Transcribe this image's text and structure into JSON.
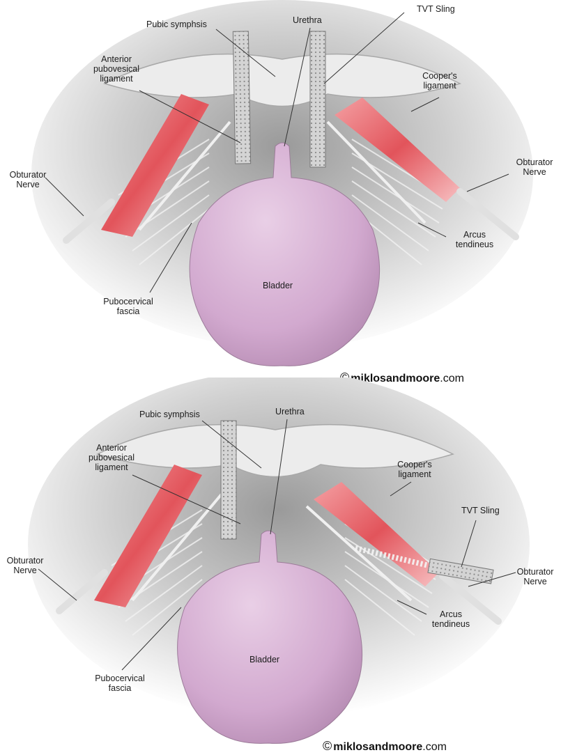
{
  "panels": [
    {
      "labels": {
        "pubic_symphysis": "Pubic symphsis",
        "urethra": "Urethra",
        "tvt_sling": "TVT Sling",
        "anterior_ligament": "Anterior\npubovesical\nligament",
        "coopers_ligament": "Cooper's\nligament",
        "obturator_nerve_left": "Obturator\nNerve",
        "obturator_nerve_right": "Obturator\nNerve",
        "arcus_tendineus": "Arcus\ntendineus",
        "pubocervical_fascia": "Pubocervical\nfascia",
        "bladder": "Bladder"
      },
      "copyright": {
        "symbol": "©",
        "name": "miklosandmoore",
        "suffix": ".com"
      }
    },
    {
      "labels": {
        "pubic_symphysis": "Pubic symphsis",
        "urethra": "Urethra",
        "tvt_sling": "TVT Sling",
        "anterior_ligament": "Anterior\npubovesical\nligament",
        "coopers_ligament": "Cooper's\nligament",
        "obturator_nerve_left": "Obturator\nNerve",
        "obturator_nerve_right": "Obturator\nNerve",
        "arcus_tendineus": "Arcus\ntendineus",
        "pubocervical_fascia": "Pubocervical\nfascia",
        "bladder": "Bladder"
      },
      "copyright": {
        "symbol": "©",
        "name": "miklosandmoore",
        "suffix": ".com"
      }
    }
  ],
  "colors": {
    "bladder": "#d8b4d6",
    "muscle": "#e8646a",
    "sling": "#c8c8c8",
    "tissue": "#e6e6e6"
  }
}
